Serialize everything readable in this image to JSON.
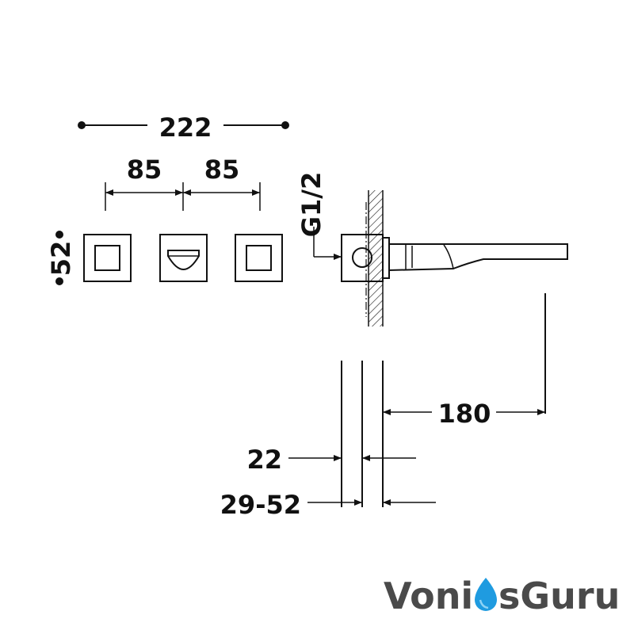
{
  "dimensions": {
    "total_width": "222",
    "spacing_left": "85",
    "spacing_right": "85",
    "plate_height": "52",
    "thread": "G1/2",
    "spout_length": "180",
    "plate_thickness": "22",
    "wall_range": "29-52"
  },
  "logo": {
    "part1": "Voni",
    "part2": "sGuru",
    "colors": {
      "text": "#4a4a4a",
      "drop": "#1f9be0",
      "drop_light": "#8fd3f5"
    }
  }
}
